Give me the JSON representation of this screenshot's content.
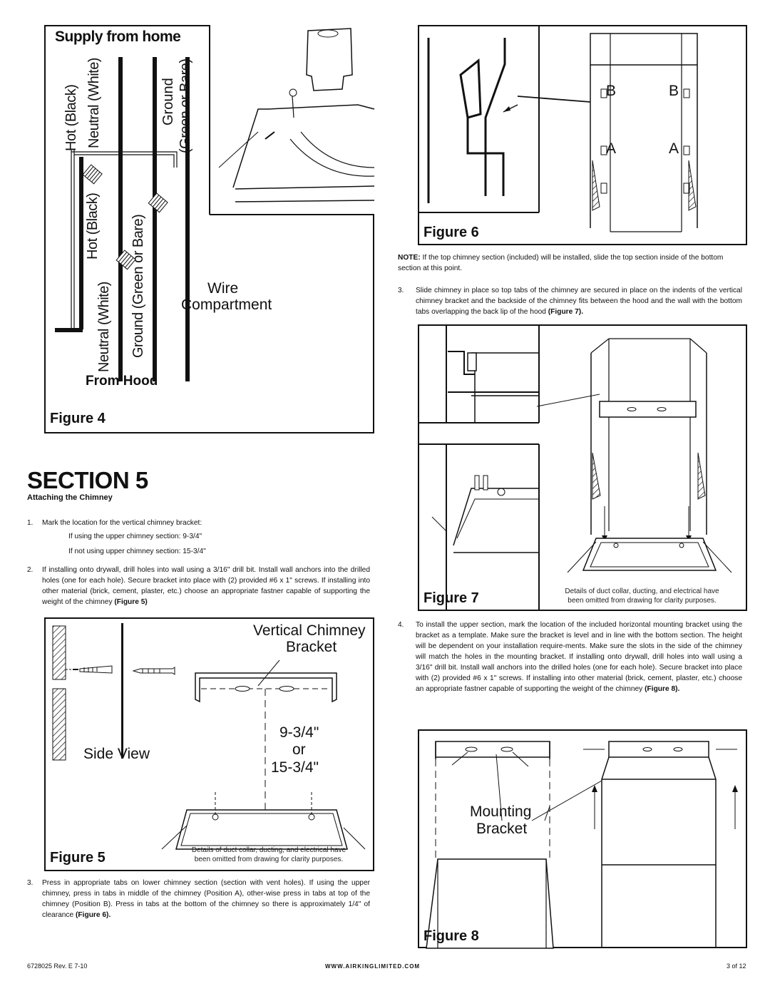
{
  "figure4": {
    "title": "Supply from home",
    "hot_black_top": "Hot (Black)",
    "neutral_white_top": "Neutral (White)",
    "ground_top": "Ground",
    "green_or_bare_top": "(Green or Bare)",
    "hot_black_bottom": "Hot (Black)",
    "neutral_white_bottom": "Neutral (White)",
    "ground_bottom": "Ground (Green or Bare)",
    "wire_compartment_1": "Wire",
    "wire_compartment_2": "Compartment",
    "from_hood": "From Hood",
    "label": "Figure 4"
  },
  "section": {
    "heading": "SECTION 5",
    "subheading": "Attaching the Chimney",
    "step1_num": "1.",
    "step1": "Mark the location for the vertical chimney bracket:",
    "step1_a": "If using the upper chimney section: 9-3/4\"",
    "step1_b": "If not using upper chimney section: 15-3/4\"",
    "step2_num": "2.",
    "step2": "If installing onto drywall, drill holes into wall using a 3/16\" drill bit. Install wall anchors into the drilled holes (one for each hole). Secure bracket into place with (2) provided #6 x 1\" screws. If installing into other material (brick, cement, plaster, etc.) choose an appropriate fastner capable of supporting the weight of the chimney",
    "step2_ref": "(Figure 5)",
    "step3_num": "3.",
    "step3": "Press in appropriate tabs on lower chimney section (section with vent holes). If using the upper chimney, press in tabs in middle of the chimney (Position A), other-wise press in tabs at top of the chimney (Position B). Press in tabs at the bottom of the chimney so there is approximately 1/4\" of clearance",
    "step3_ref": "(Figure 6)."
  },
  "figure5": {
    "vertical_chimney": "Vertical Chimney",
    "bracket": "Bracket",
    "side_view": "Side View",
    "dim1": "9-3/4\"",
    "dim_or": "or",
    "dim2": "15-3/4\"",
    "details_1": "Details of duct collar, ducting, and electrical have",
    "details_2": "been omitted from drawing for clarity purposes.",
    "label": "Figure 5"
  },
  "figure6": {
    "b_left": "B",
    "b_right": "B",
    "a_left": "A",
    "a_right": "A",
    "label": "Figure 6"
  },
  "right_text": {
    "note_prefix": "NOTE:",
    "note": " If the top chimney section (included) will be installed, slide the top section inside of the bottom section at this point.",
    "step3_num": "3.",
    "step3": "Slide chimney in place so top tabs of the chimney are secured in place on the indents of the vertical chimney bracket and the backside of the chimney fits between the hood and the wall with the bottom tabs overlapping the back lip of the hood",
    "step3_ref": "(Figure 7).",
    "step4_num": "4.",
    "step4": "To install the upper section, mark the location of the included horizontal mounting bracket using the bracket as a template. Make sure the bracket is level and in line with the bottom section. The height will be dependent on your installation require-ments. Make sure the slots in the side of the chimney will match the holes in the mounting bracket. If installing onto drywall, drill holes into wall using a 3/16\" drill bit. Install wall anchors into the drilled holes (one for each hole). Secure bracket into place with (2) provided #6 x 1\" screws. If installing into other material (brick, cement, plaster, etc.) choose an appropriate fastner capable of supporting the weight of the chimney",
    "step4_ref": "(Figure 8)."
  },
  "figure7": {
    "label": "Figure 7",
    "details_1": "Details of duct collar, ducting, and electrical have",
    "details_2": "been omitted from drawing for clarity purposes."
  },
  "figure8": {
    "mounting": "Mounting",
    "bracket": "Bracket",
    "label": "Figure 8"
  },
  "footer": {
    "left": "6728025 Rev. E 7-10",
    "center": "WWW.AIRKINGLIMITED.COM",
    "right": "3 of 12"
  }
}
